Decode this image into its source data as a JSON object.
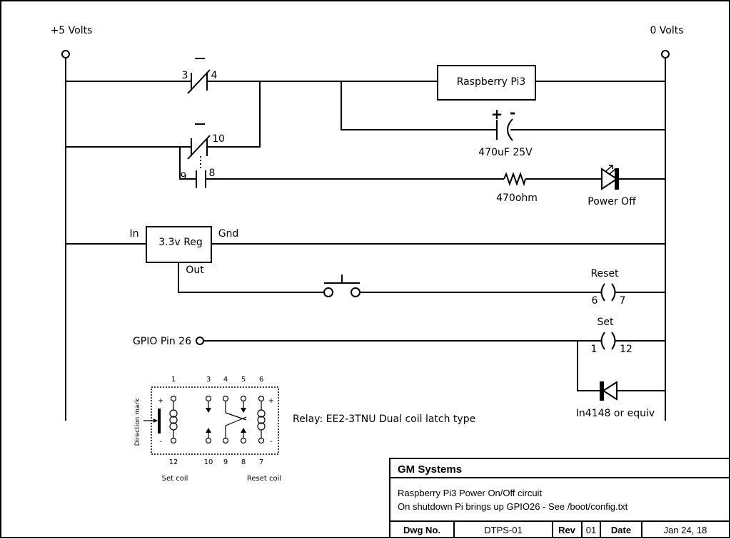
{
  "rails": {
    "positive_label": "+5 Volts",
    "ground_label": "0 Volts"
  },
  "contacts": {
    "c34": {
      "left": "3",
      "right": "4"
    },
    "c910": {
      "top_right": "10",
      "left": "9",
      "right": "8"
    }
  },
  "components": {
    "pi": "Raspberry Pi3",
    "capacitor": {
      "label": "470uF 25V",
      "plus": "+",
      "minus": "-"
    },
    "resistor": "470ohm",
    "led": "Power Off",
    "regulator": {
      "name": "3.3v Reg",
      "in": "In",
      "gnd": "Gnd",
      "out": "Out"
    },
    "reset_coil": {
      "label": "Reset",
      "left": "6",
      "right": "7"
    },
    "set_coil": {
      "label": "Set",
      "left": "1",
      "right": "12"
    },
    "gpio": "GPIO Pin 26",
    "diode": "In4148 or equiv"
  },
  "relay": {
    "caption": "Relay: EE2-3TNU Dual coil latch type",
    "direction_mark": "Direction mark",
    "pins_top": [
      "1",
      "3",
      "4",
      "5",
      "6"
    ],
    "pins_bottom": [
      "12",
      "10",
      "9",
      "8",
      "7"
    ],
    "plus": "+",
    "minus": "-",
    "set_coil": "Set coil",
    "reset_coil": "Reset coil"
  },
  "title_block": {
    "company": "GM Systems",
    "desc_line1": "Raspberry Pi3 Power On/Off circuit",
    "desc_line2": "On shutdown Pi brings up GPIO26 - See /boot/config.txt",
    "dwg_label": "Dwg No.",
    "dwg_value": "DTPS-01",
    "rev_label": "Rev",
    "rev_value": "01",
    "date_label": "Date",
    "date_value": "Jan 24, 18"
  }
}
